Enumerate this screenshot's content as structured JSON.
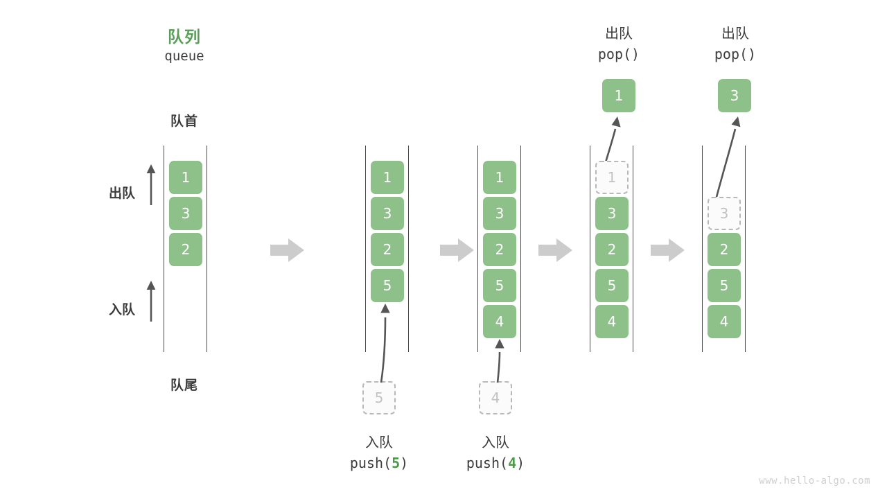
{
  "meta": {
    "watermark": "www.hello-algo.com"
  },
  "header": {
    "title_cn": "队列",
    "title_en": "queue"
  },
  "side_labels": {
    "head": "队首",
    "tail": "队尾",
    "dequeue": "出队",
    "enqueue": "入队"
  },
  "colors": {
    "cell_green": "#8ec08a",
    "title_green": "#5a9e5a",
    "accent_green": "#4a9a4a",
    "rail_gray": "#4a4a4a",
    "ghost_border": "#b8b8b8",
    "ghost_text": "#c2c2c2",
    "block_arrow": "#cccccc",
    "watermark": "#cfcfcf"
  },
  "stages": [
    {
      "id": "stage-initial",
      "cells": [
        "1",
        "3",
        "2"
      ],
      "ghost_slots": [],
      "top_op": null,
      "bottom_op": null,
      "popped": null,
      "incoming": null
    },
    {
      "id": "stage-push-5",
      "cells": [
        "1",
        "3",
        "2",
        "5"
      ],
      "ghost_slots": [],
      "top_op": null,
      "bottom_op": {
        "cn": "入队",
        "code_prefix": "push(",
        "code_value": "5",
        "code_suffix": ")"
      },
      "popped": null,
      "incoming": "5"
    },
    {
      "id": "stage-push-4",
      "cells": [
        "1",
        "3",
        "2",
        "5",
        "4"
      ],
      "ghost_slots": [],
      "top_op": null,
      "bottom_op": {
        "cn": "入队",
        "code_prefix": "push(",
        "code_value": "4",
        "code_suffix": ")"
      },
      "popped": null,
      "incoming": "4"
    },
    {
      "id": "stage-pop-1",
      "cells": [
        "3",
        "2",
        "5",
        "4"
      ],
      "ghost_slots": [
        {
          "index": 0,
          "value": "1"
        }
      ],
      "top_op": {
        "cn": "出队",
        "code": "pop()"
      },
      "popped": "1",
      "incoming": null
    },
    {
      "id": "stage-pop-3",
      "cells": [
        "2",
        "5",
        "4"
      ],
      "ghost_slots": [
        {
          "index": 1,
          "value": "3"
        }
      ],
      "top_op": {
        "cn": "出队",
        "code": "pop()"
      },
      "popped": "3",
      "incoming": null
    }
  ],
  "flow_arrows": [
    {
      "name": "flow-arrow-1"
    },
    {
      "name": "flow-arrow-2"
    },
    {
      "name": "flow-arrow-3"
    },
    {
      "name": "flow-arrow-4"
    }
  ]
}
